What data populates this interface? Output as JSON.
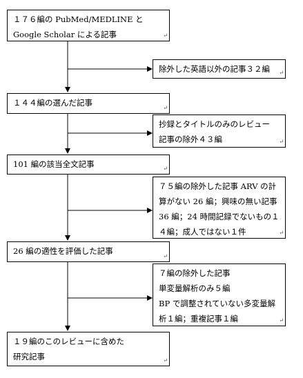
{
  "flow": {
    "box1": {
      "lines": [
        "１７６編の PubMed/MEDLINE と",
        "Google Scholar による記事"
      ]
    },
    "excl1": {
      "lines": [
        "除外した英語以外の記事３２編"
      ]
    },
    "box2": {
      "lines": [
        "１４４編の選んだ記事"
      ]
    },
    "excl2": {
      "lines": [
        "抄録とタイトルのみのレビュー",
        "記事の除外４３編"
      ]
    },
    "box3": {
      "lines": [
        "101 編の該当全文記事"
      ]
    },
    "excl3": {
      "lines": [
        "７５編の除外した記事 ARV の計",
        "算がない 26 編；興味の無い記事",
        "36 編；24 時間記録でないもの１",
        "４編；成人ではない１件"
      ]
    },
    "box4": {
      "lines": [
        "26 編の適性を評価した記事"
      ]
    },
    "excl4": {
      "lines": [
        "７編の除外した記事",
        "単変量解析のみ５編",
        "BP で調整されていない多変量解",
        "析１編；重複記事１編"
      ]
    },
    "box5": {
      "lines": [
        "１９編のこのレビューに含めた",
        "研究記事"
      ]
    }
  }
}
